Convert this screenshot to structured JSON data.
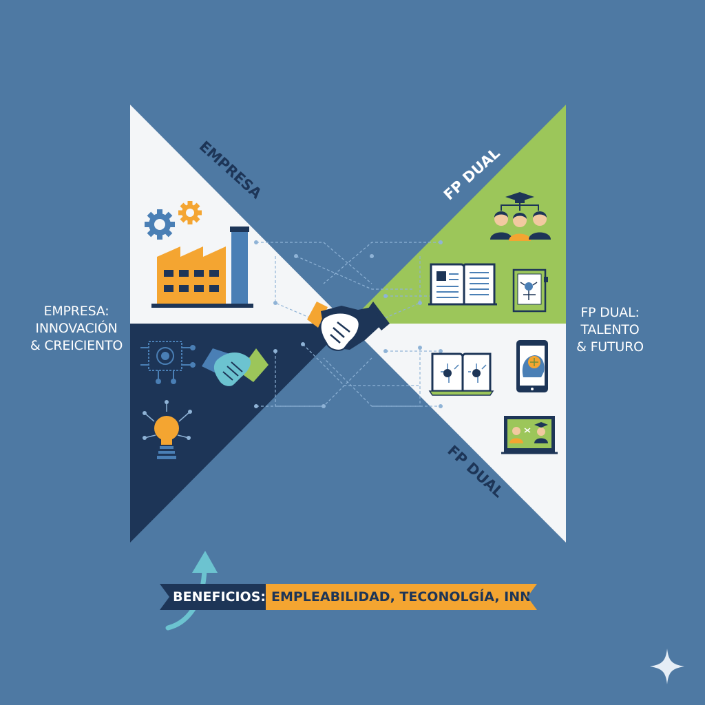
{
  "diagram": {
    "triangle_labels": {
      "top_left": "EMPRESA",
      "top_right": "FP DUAL",
      "bottom_right": "FP DUAL"
    },
    "side_labels": {
      "left": {
        "line1": "EMPRESA:",
        "line2": "INNOVACIÓN",
        "line3": "& CREICIENTO"
      },
      "right": {
        "line1": "FP DUAL:",
        "line2": "TALENTO",
        "line3": "& FUTURO"
      }
    },
    "banner": {
      "label": "BENEFICIOS:",
      "items": "EMPLEABILIDAD, TECONOLGÍA, INNOVACIÓN"
    },
    "colors": {
      "background": "#4e79a3",
      "navy": "#1d3557",
      "green": "#9cc65a",
      "orange": "#f4a531",
      "white": "#f4f6f8",
      "accent_blue": "#4a7fb5"
    },
    "icons": [
      "gears-icon",
      "factory-icon",
      "ai-chip-icon",
      "handshake-icon",
      "lightbulb-icon",
      "central-handshake-icon",
      "graduation-group-icon",
      "open-book-icon",
      "tech-book-icon",
      "circuit-book-icon",
      "tablet-brain-icon",
      "online-class-icon",
      "curved-arrow-icon",
      "sparkle-icon"
    ]
  }
}
